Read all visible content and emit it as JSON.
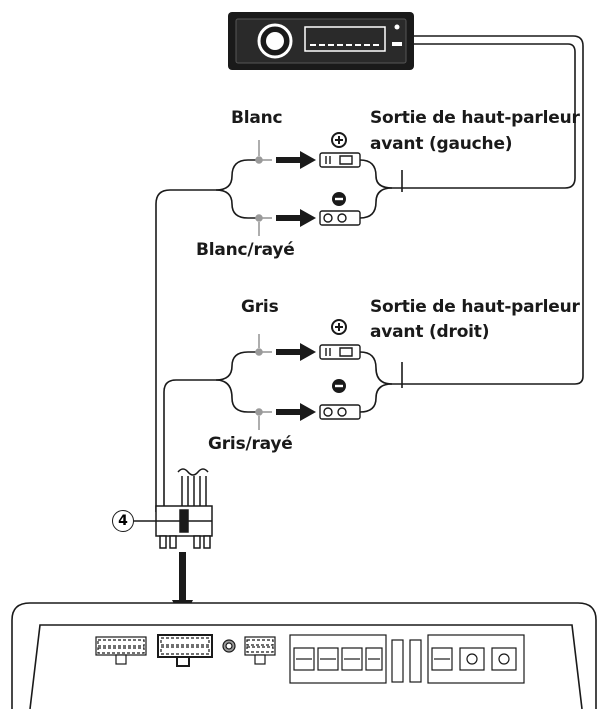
{
  "labels": {
    "blanc": "Blanc",
    "blanc_raye": "Blanc/rayé",
    "gris": "Gris",
    "gris_raye": "Gris/rayé",
    "front_left_l1": "Sortie de haut-parleur",
    "front_left_l2": "avant (gauche)",
    "front_right_l1": "Sortie de haut-parleur",
    "front_right_l2": "avant (droit)",
    "connector_number": "4"
  },
  "icons": {
    "plus": "plus-icon",
    "minus": "minus-icon"
  },
  "colors": {
    "line": "#1a1a1a",
    "wire_gray": "#9a9a9a"
  }
}
